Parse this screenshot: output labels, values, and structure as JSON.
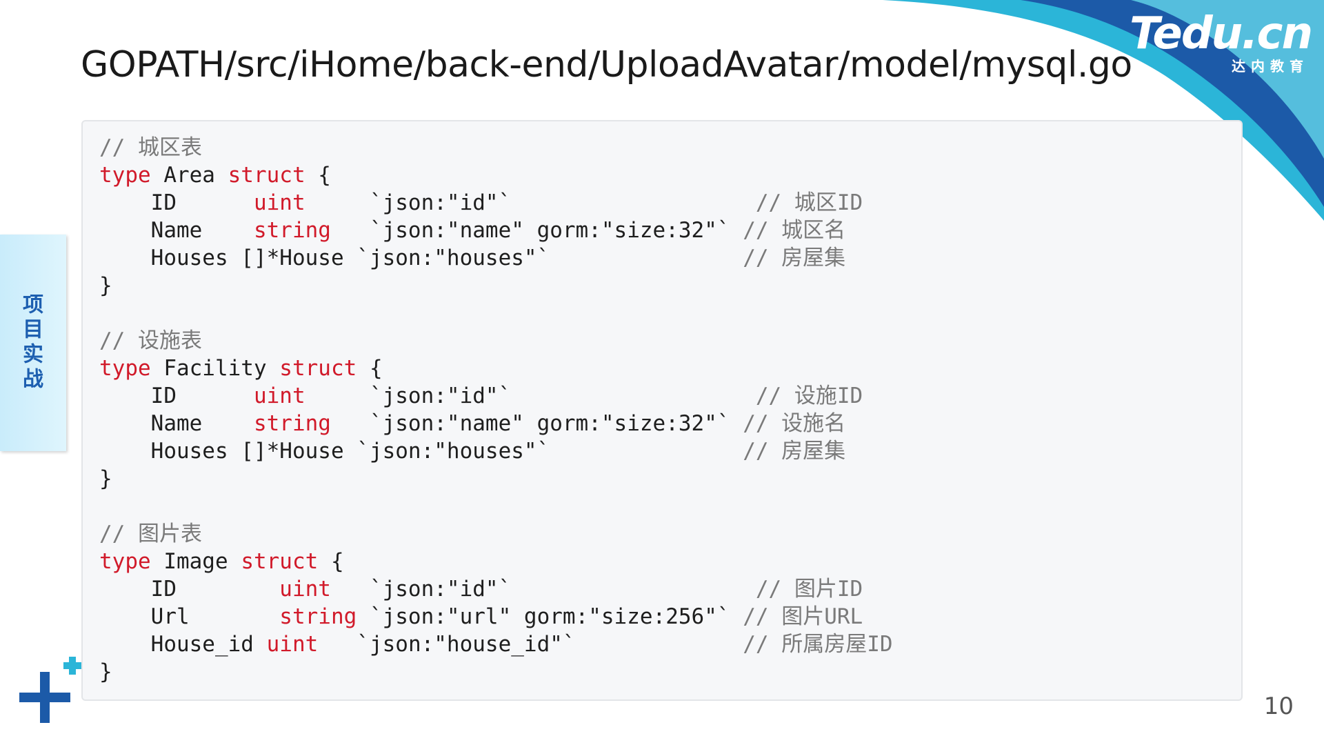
{
  "slide": {
    "title": "GOPATH/src/iHome/back-end/UploadAvatar/model/mysql.go",
    "side_tab_label": "项目实战",
    "page_number": "10"
  },
  "brand": {
    "logo_text": "Tedu.cn",
    "logo_subtext": "达内教育",
    "swoosh_colors": [
      "#1c5aa8",
      "#2bb5d8",
      "#5fd0e6"
    ]
  },
  "code": {
    "lines": [
      [
        {
          "t": "cm",
          "v": "// 城区表"
        }
      ],
      [
        {
          "t": "kw",
          "v": "type"
        },
        {
          "t": "id",
          "v": " Area "
        },
        {
          "t": "kw",
          "v": "struct"
        },
        {
          "t": "id",
          "v": " {"
        }
      ],
      [
        {
          "t": "id",
          "v": "    ID      "
        },
        {
          "t": "kw",
          "v": "uint"
        },
        {
          "t": "id",
          "v": "     `json:\"id\"`                   "
        },
        {
          "t": "cm",
          "v": "// 城区ID"
        }
      ],
      [
        {
          "t": "id",
          "v": "    Name    "
        },
        {
          "t": "kw",
          "v": "string"
        },
        {
          "t": "id",
          "v": "   `json:\"name\" gorm:\"size:32\"` "
        },
        {
          "t": "cm",
          "v": "// 城区名"
        }
      ],
      [
        {
          "t": "id",
          "v": "    Houses []*House `json:\"houses\"`               "
        },
        {
          "t": "cm",
          "v": "// 房屋集"
        }
      ],
      [
        {
          "t": "id",
          "v": "}"
        }
      ],
      [
        {
          "t": "id",
          "v": ""
        }
      ],
      [
        {
          "t": "cm",
          "v": "// 设施表"
        }
      ],
      [
        {
          "t": "kw",
          "v": "type"
        },
        {
          "t": "id",
          "v": " Facility "
        },
        {
          "t": "kw",
          "v": "struct"
        },
        {
          "t": "id",
          "v": " {"
        }
      ],
      [
        {
          "t": "id",
          "v": "    ID      "
        },
        {
          "t": "kw",
          "v": "uint"
        },
        {
          "t": "id",
          "v": "     `json:\"id\"`                   "
        },
        {
          "t": "cm",
          "v": "// 设施ID"
        }
      ],
      [
        {
          "t": "id",
          "v": "    Name    "
        },
        {
          "t": "kw",
          "v": "string"
        },
        {
          "t": "id",
          "v": "   `json:\"name\" gorm:\"size:32\"` "
        },
        {
          "t": "cm",
          "v": "// 设施名"
        }
      ],
      [
        {
          "t": "id",
          "v": "    Houses []*House `json:\"houses\"`               "
        },
        {
          "t": "cm",
          "v": "// 房屋集"
        }
      ],
      [
        {
          "t": "id",
          "v": "}"
        }
      ],
      [
        {
          "t": "id",
          "v": ""
        }
      ],
      [
        {
          "t": "cm",
          "v": "// 图片表"
        }
      ],
      [
        {
          "t": "kw",
          "v": "type"
        },
        {
          "t": "id",
          "v": " Image "
        },
        {
          "t": "kw",
          "v": "struct"
        },
        {
          "t": "id",
          "v": " {"
        }
      ],
      [
        {
          "t": "id",
          "v": "    ID        "
        },
        {
          "t": "kw",
          "v": "uint"
        },
        {
          "t": "id",
          "v": "   `json:\"id\"`                   "
        },
        {
          "t": "cm",
          "v": "// 图片ID"
        }
      ],
      [
        {
          "t": "id",
          "v": "    Url       "
        },
        {
          "t": "kw",
          "v": "string"
        },
        {
          "t": "id",
          "v": " `json:\"url\" gorm:\"size:256\"` "
        },
        {
          "t": "cm",
          "v": "// 图片URL"
        }
      ],
      [
        {
          "t": "id",
          "v": "    House_id "
        },
        {
          "t": "kw",
          "v": "uint"
        },
        {
          "t": "id",
          "v": "   `json:\"house_id\"`             "
        },
        {
          "t": "cm",
          "v": "// 所属房屋ID"
        }
      ],
      [
        {
          "t": "id",
          "v": "}"
        }
      ]
    ]
  }
}
